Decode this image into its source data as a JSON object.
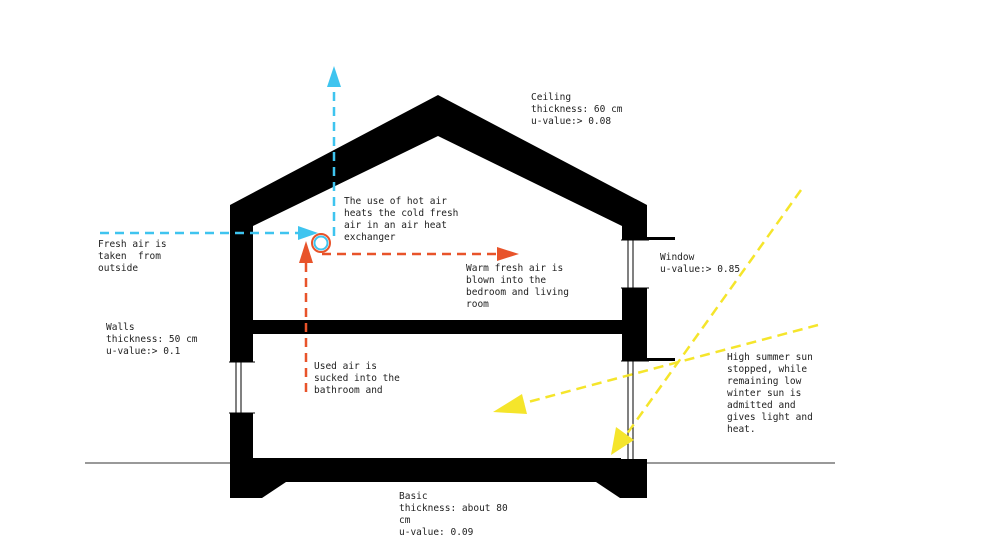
{
  "colors": {
    "structure": "#000000",
    "fresh_air": "#3fc4ef",
    "warm_air": "#e8532a",
    "sun": "#f5e52b",
    "text": "#222222",
    "background": "#ffffff"
  },
  "labels": {
    "ceiling": [
      "Ceiling",
      "thickness: 60 cm",
      "u-value:> 0.08"
    ],
    "exchanger": [
      "The use of hot air",
      "heats the cold fresh",
      "air in an air heat",
      "exchanger"
    ],
    "fresh_air": [
      "Fresh air is",
      "taken  from",
      "outside"
    ],
    "warm_air": [
      "Warm fresh air is",
      "blown into the",
      "bedroom and living",
      "room"
    ],
    "window": [
      "Window",
      "u-value:> 0.85"
    ],
    "walls": [
      "Walls",
      "thickness: 50 cm",
      "u-value:> 0.1"
    ],
    "used_air": [
      "Used air is",
      "sucked into the",
      "bathroom and"
    ],
    "sun": [
      "High summer sun",
      "stopped, while",
      "remaining low",
      "winter sun is",
      "admitted and",
      "gives light and",
      "heat."
    ],
    "basic": [
      "Basic",
      "thickness: about 80",
      "cm",
      "u-value: 0.09"
    ]
  }
}
